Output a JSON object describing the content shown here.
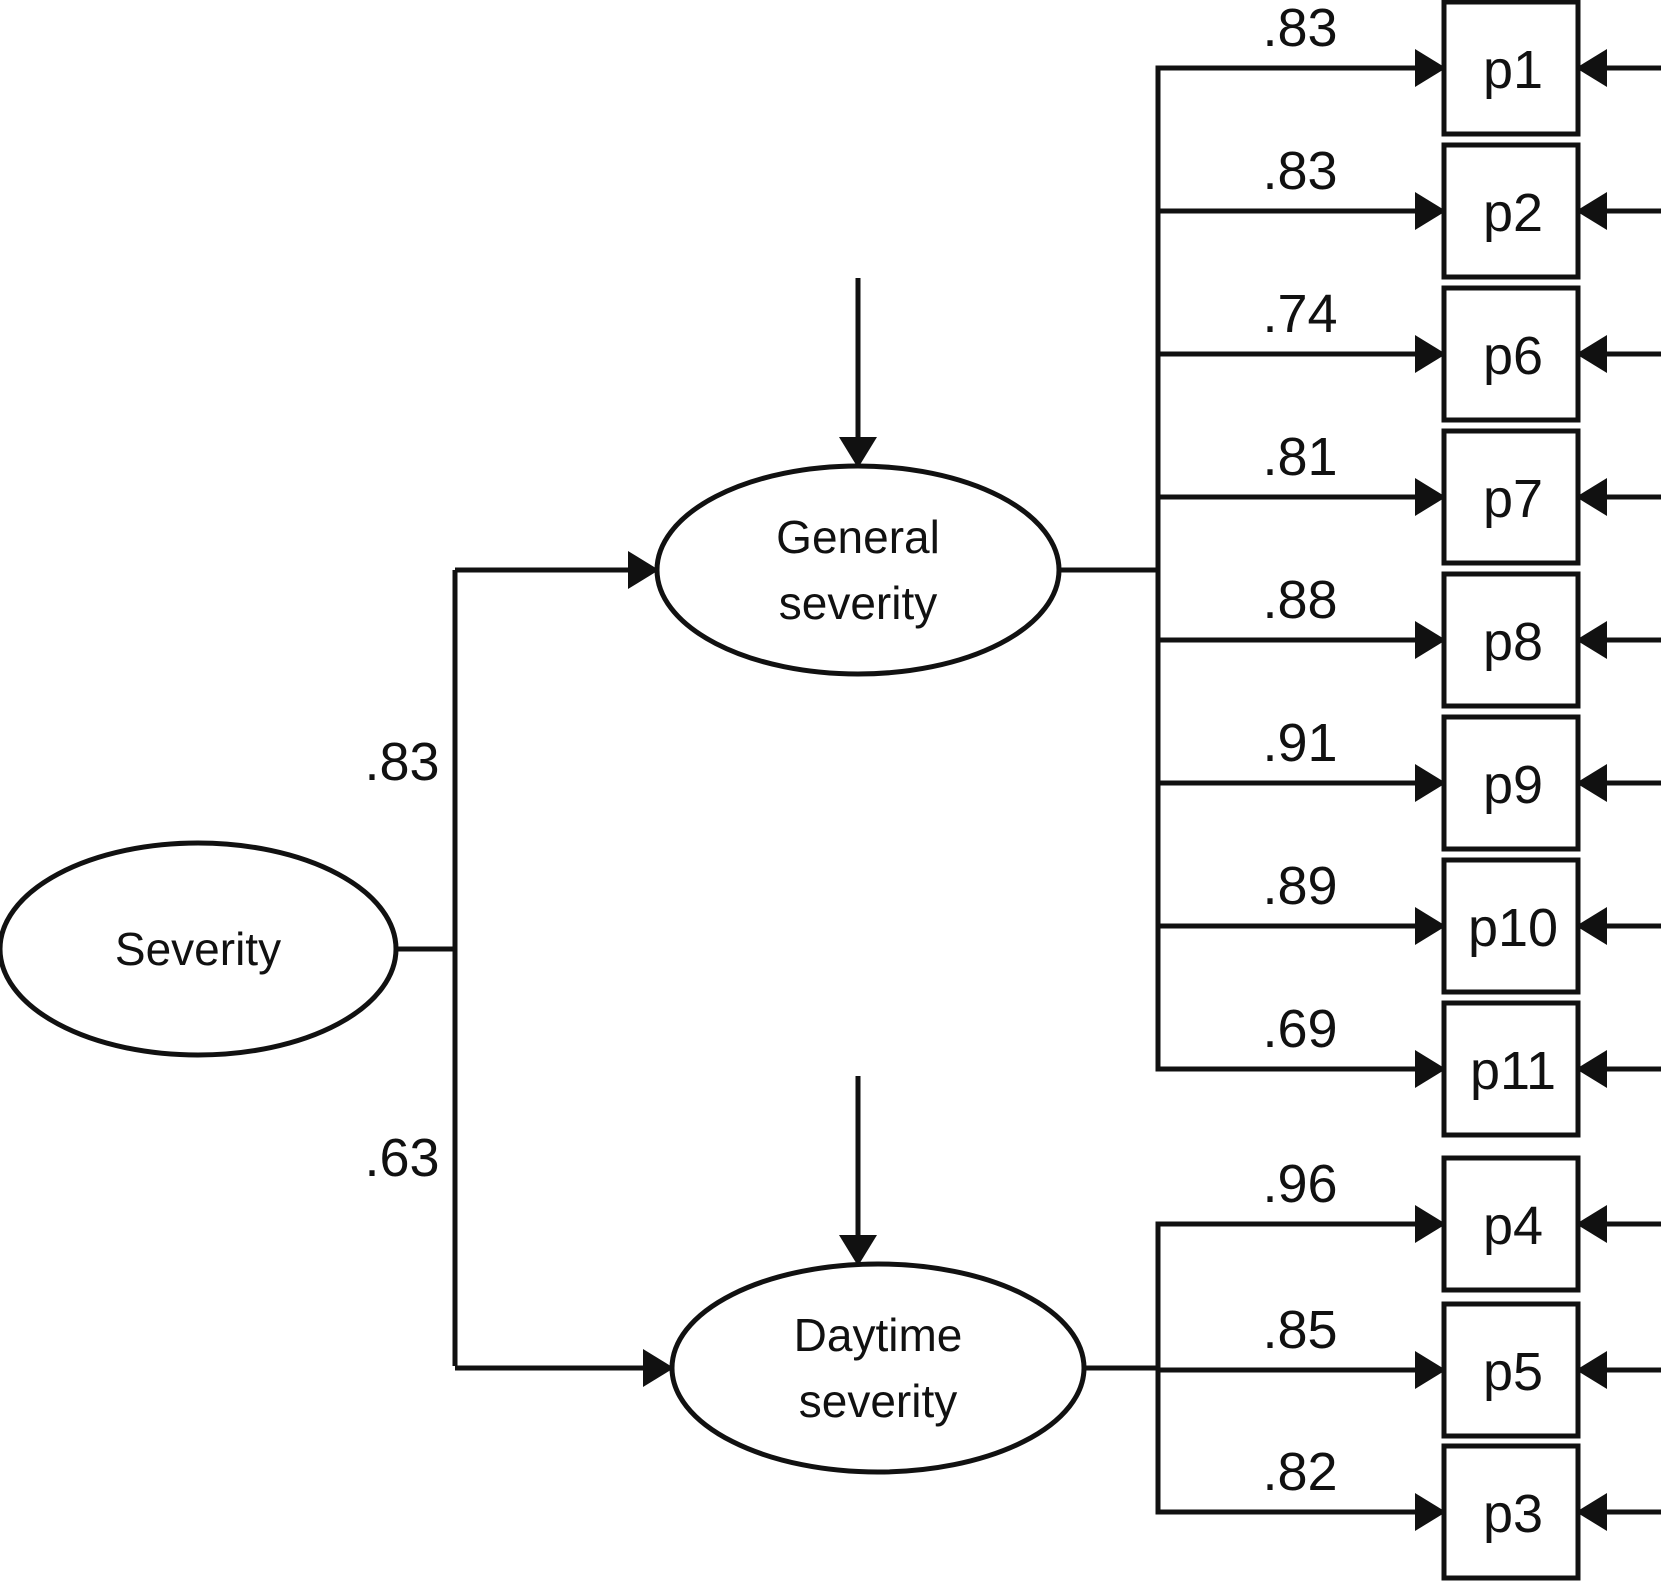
{
  "diagram": {
    "kind": "second-order confirmatory factor analysis path diagram",
    "colors": {
      "line": "#111111",
      "text": "#111111",
      "node_fill": "#ffffff",
      "background": "#ffffff"
    },
    "second_order_factor": {
      "label": "Severity"
    },
    "first_order_factors": [
      {
        "label": "General severity",
        "label_lines": [
          "General",
          "severity"
        ],
        "loading_from_second_order": ".83",
        "indicators": [
          {
            "label": "p1",
            "loading": ".83"
          },
          {
            "label": "p2",
            "loading": ".83"
          },
          {
            "label": "p6",
            "loading": ".74"
          },
          {
            "label": "p7",
            "loading": ".81"
          },
          {
            "label": "p8",
            "loading": ".88"
          },
          {
            "label": "p9",
            "loading": ".91"
          },
          {
            "label": "p10",
            "loading": ".89"
          },
          {
            "label": "p11",
            "loading": ".69"
          }
        ]
      },
      {
        "label": "Daytime severity",
        "label_lines": [
          "Daytime",
          "severity"
        ],
        "loading_from_second_order": ".63",
        "indicators": [
          {
            "label": "p4",
            "loading": ".96"
          },
          {
            "label": "p5",
            "loading": ".85"
          },
          {
            "label": "p3",
            "loading": ".82"
          }
        ]
      }
    ]
  }
}
